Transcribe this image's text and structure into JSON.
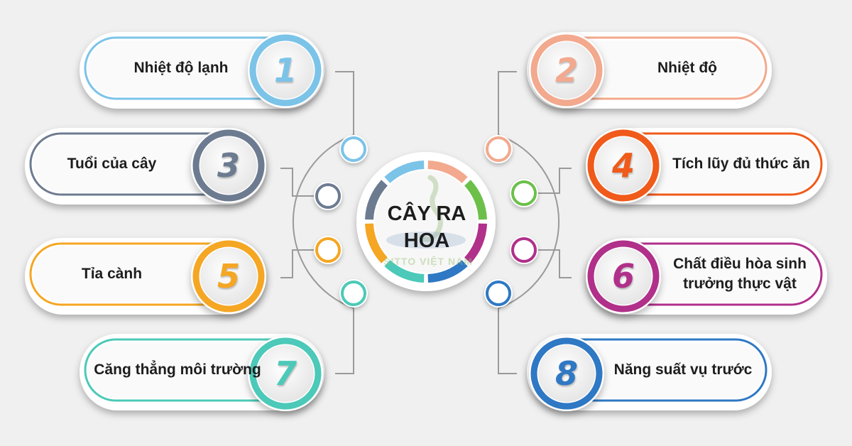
{
  "center": {
    "title": "CÂY RA HOA",
    "watermark": "SITTO VIỆT NAM"
  },
  "factors": [
    {
      "number": "1",
      "label": "Nhiệt độ lạnh",
      "color": "#7cc3e8"
    },
    {
      "number": "2",
      "label": "Nhiệt độ",
      "color": "#f2a98e"
    },
    {
      "number": "3",
      "label": "Tuổi của cây",
      "color": "#6d7b90"
    },
    {
      "number": "4",
      "label": "Tích lũy đủ thức ăn",
      "color": "#f05a1a"
    },
    {
      "number": "5",
      "label": "Tỉa cành",
      "color": "#f5a623"
    },
    {
      "number": "6",
      "label": "Chất điều hòa sinh trưởng thực vật",
      "color": "#b0308a"
    },
    {
      "number": "7",
      "label": "Căng thẳng môi trường",
      "color": "#4cc9b8"
    },
    {
      "number": "8",
      "label": "Năng suất vụ trước",
      "color": "#2f78c4"
    }
  ],
  "connector_dots": {
    "green_color": "#6cc04a"
  }
}
